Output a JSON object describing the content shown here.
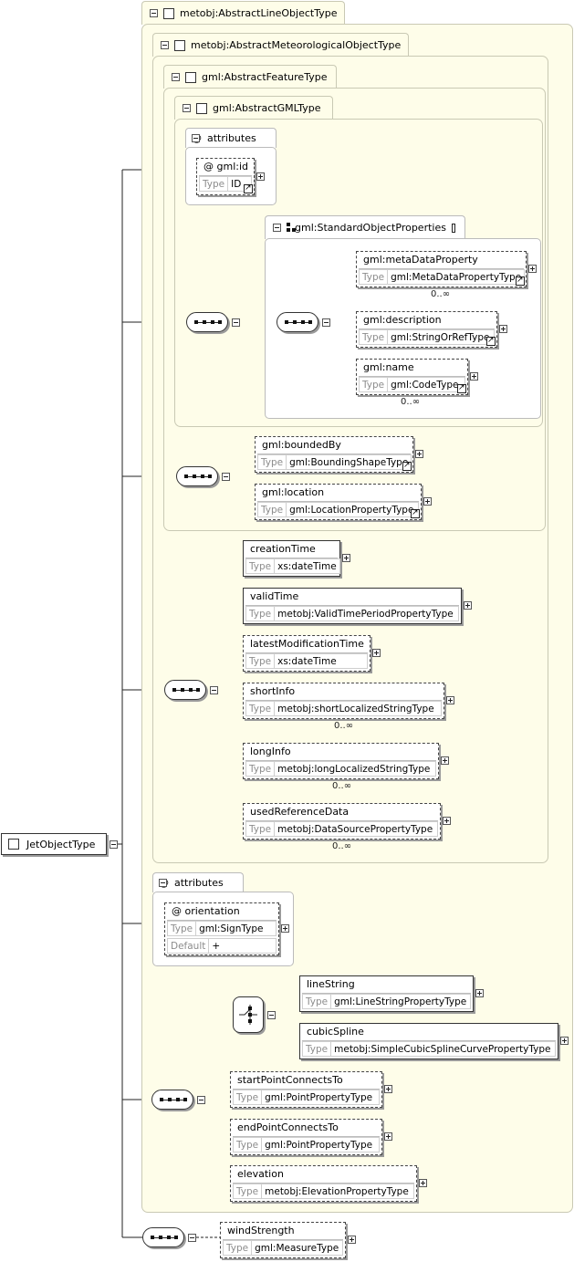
{
  "root": {
    "name": "JetObjectType"
  },
  "types": {
    "line_object": "metobj:AbstractLineObjectType",
    "meteorological_object": "metobj:AbstractMeteorologicalObjectType",
    "feature": "gml:AbstractFeatureType",
    "gml": "gml:AbstractGMLType",
    "standard_props": "gml:StandardObjectProperties"
  },
  "labels": {
    "attributes": "attributes",
    "type": "Type",
    "default": "Default",
    "at": "@"
  },
  "gml_id": {
    "name": "gml:id",
    "type": "ID"
  },
  "std_props": [
    {
      "name": "gml:metaDataProperty",
      "type": "gml:MetaDataPropertyType",
      "occ": "0..∞"
    },
    {
      "name": "gml:description",
      "type": "gml:StringOrRefType",
      "occ": ""
    },
    {
      "name": "gml:name",
      "type": "gml:CodeType",
      "occ": "0..∞"
    }
  ],
  "feature_elems": [
    {
      "name": "gml:boundedBy",
      "type": "gml:BoundingShapeType"
    },
    {
      "name": "gml:location",
      "type": "gml:LocationPropertyType"
    }
  ],
  "met_elems": [
    {
      "name": "creationTime",
      "type": "xs:dateTime",
      "occ": ""
    },
    {
      "name": "validTime",
      "type": "metobj:ValidTimePeriodPropertyType",
      "occ": ""
    },
    {
      "name": "latestModificationTime",
      "type": "xs:dateTime",
      "occ": ""
    },
    {
      "name": "shortInfo",
      "type": "metobj:shortLocalizedStringType",
      "occ": "0..∞"
    },
    {
      "name": "longInfo",
      "type": "metobj:longLocalizedStringType",
      "occ": "0..∞"
    },
    {
      "name": "usedReferenceData",
      "type": "metobj:DataSourcePropertyType",
      "occ": "0..∞"
    }
  ],
  "orientation": {
    "name": "orientation",
    "type": "gml:SignType",
    "default": "+"
  },
  "choice_elems": [
    {
      "name": "lineString",
      "type": "gml:LineStringPropertyType"
    },
    {
      "name": "cubicSpline",
      "type": "metobj:SimpleCubicSplineCurvePropertyType"
    }
  ],
  "line_elems": [
    {
      "name": "startPointConnectsTo",
      "type": "gml:PointPropertyType"
    },
    {
      "name": "endPointConnectsTo",
      "type": "gml:PointPropertyType"
    },
    {
      "name": "elevation",
      "type": "metobj:ElevationPropertyType"
    }
  ],
  "wind": {
    "name": "windStrength",
    "type": "gml:MeasureType"
  }
}
